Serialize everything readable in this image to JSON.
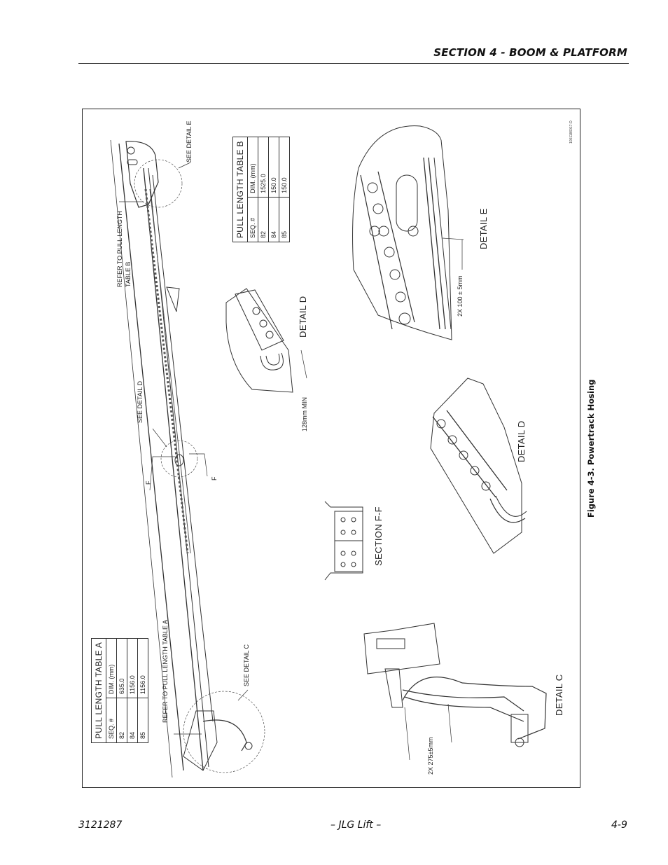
{
  "header": {
    "section": "SECTION 4 - BOOM & PLATFORM"
  },
  "figure": {
    "caption": "Figure 4-3.  Powertrack Hosing",
    "drawing_number": "1001186017-D",
    "labels": {
      "see_detail_e": "SEE DETAIL E",
      "refer_table_b": "REFER TO PULL LENGTH",
      "refer_table_b_2": "TABLE B",
      "see_detail_d": "SEE DETAIL D",
      "f_left": "F",
      "f_right": "F",
      "refer_table_a": "REFER TO PULL LENGTH TABLE A",
      "see_detail_c": "SEE DETAIL C",
      "detail_d_upper": "DETAIL D",
      "min_128": "128mm MIN",
      "dim_100": "2X 100 ± 5mm",
      "detail_e": "DETAIL E",
      "detail_d_lower": "DETAIL D",
      "section_ff": "SECTION F-F",
      "dim_275": "2X 275±5mm",
      "detail_c": "DETAIL C"
    },
    "table_a": {
      "title": "PULL LENGTH TABLE A",
      "headers": [
        "SEQ. #",
        "DIM. (mm)"
      ],
      "rows": [
        [
          "82",
          "635.0"
        ],
        [
          "84",
          "1156.0"
        ],
        [
          "85",
          "1156.0"
        ]
      ]
    },
    "table_b": {
      "title": "PULL LENGTH TABLE B",
      "headers": [
        "SEQ. #",
        "DIM. (mm)"
      ],
      "rows": [
        [
          "82",
          "1525.0"
        ],
        [
          "84",
          "150.0"
        ],
        [
          "85",
          "150.0"
        ]
      ]
    }
  },
  "footer": {
    "doc_number": "3121287",
    "publisher": "– JLG Lift –",
    "page": "4-9"
  }
}
